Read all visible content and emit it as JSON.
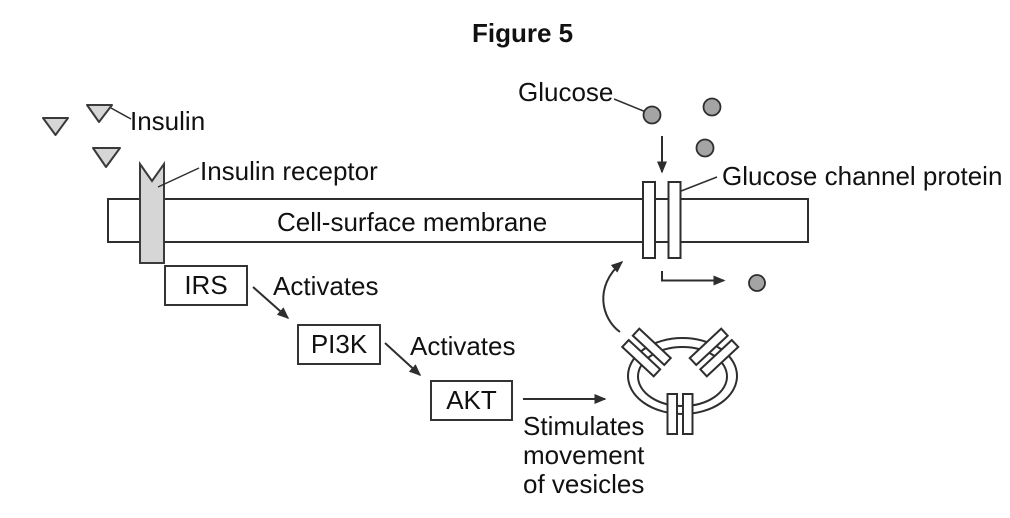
{
  "figure_title": "Figure 5",
  "labels": {
    "insulin": "Insulin",
    "insulin_receptor": "Insulin receptor",
    "cell_membrane": "Cell-surface membrane",
    "glucose": "Glucose",
    "glucose_channel": "Glucose channel protein",
    "stimulates_line1": "Stimulates",
    "stimulates_line2": "movement",
    "stimulates_line3": "of vesicles"
  },
  "pathway": {
    "nodes": [
      {
        "id": "IRS",
        "label": "IRS"
      },
      {
        "id": "PI3K",
        "label": "PI3K"
      },
      {
        "id": "AKT",
        "label": "AKT"
      }
    ],
    "edges": [
      {
        "from": "IRS",
        "to": "PI3K",
        "label": "Activates"
      },
      {
        "from": "PI3K",
        "to": "AKT",
        "label": "Activates"
      },
      {
        "from": "AKT",
        "to": "vesicle",
        "label": "Stimulates movement of vesicles"
      }
    ]
  },
  "icons": {
    "insulin_molecule": "downward-triangle",
    "glucose_molecule": "filled-circle",
    "insulin_receptor": "notched-grey-ribbon",
    "glucose_channel": "paired-vertical-rectangles",
    "vesicle": "double-ellipse-with-three-channel-pairs",
    "arrow": "solid-black-arrowhead"
  },
  "colors": {
    "background": "#ffffff",
    "line": "#2e2e2e",
    "text": "#111111",
    "receptor_fill": "#d6d6d6",
    "insulin_fill": "#d6d6d6",
    "glucose_fill": "#a4a4a4",
    "membrane_fill": "#ffffff",
    "box_fill": "#ffffff"
  }
}
